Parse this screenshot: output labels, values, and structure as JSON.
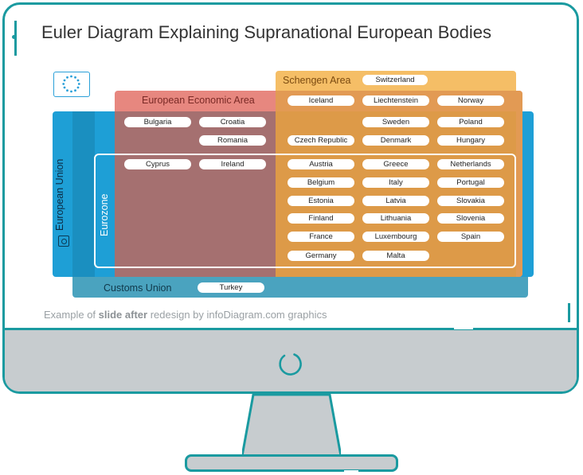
{
  "title": "Euler Diagram Explaining Supranational European Bodies",
  "footnote": {
    "prefix": "Example of ",
    "bold": "slide after",
    "suffix": " redesign by infoDiagram.com graphics"
  },
  "regions": {
    "eea": "European Economic Area",
    "schengen": "Schengen Area",
    "customs": "Customs Union",
    "eu": "European Union",
    "eurozone": "Eurozone"
  },
  "countries": {
    "switzerland": "Switzerland",
    "iceland": "Iceland",
    "liechtenstein": "Liechtenstein",
    "norway": "Norway",
    "bulgaria": "Bulgaria",
    "croatia": "Croatia",
    "romania": "Romania",
    "sweden": "Sweden",
    "poland": "Poland",
    "czech": "Czech Republic",
    "denmark": "Denmark",
    "hungary": "Hungary",
    "cyprus": "Cyprus",
    "ireland": "Ireland",
    "austria": "Austria",
    "greece": "Greece",
    "netherlands": "Netherlands",
    "belgium": "Belgium",
    "italy": "Italy",
    "portugal": "Portugal",
    "estonia": "Estonia",
    "latvia": "Latvia",
    "slovakia": "Slovakia",
    "finland": "Finland",
    "lithuania": "Lithuania",
    "slovenia": "Slovenia",
    "france": "France",
    "luxembourg": "Luxembourg",
    "spain": "Spain",
    "germany": "Germany",
    "malta": "Malta",
    "turkey": "Turkey"
  },
  "icons": {
    "eu_flag": "eu-flag-icon",
    "eu_badge": "eu-badge-icon",
    "power": "power-icon"
  },
  "colors": {
    "accent": "#1a9aa0",
    "eea": "#e6827a",
    "schengen": "#f5be66",
    "eu": "#1e9fd6",
    "customs": "#4aa3bf"
  }
}
